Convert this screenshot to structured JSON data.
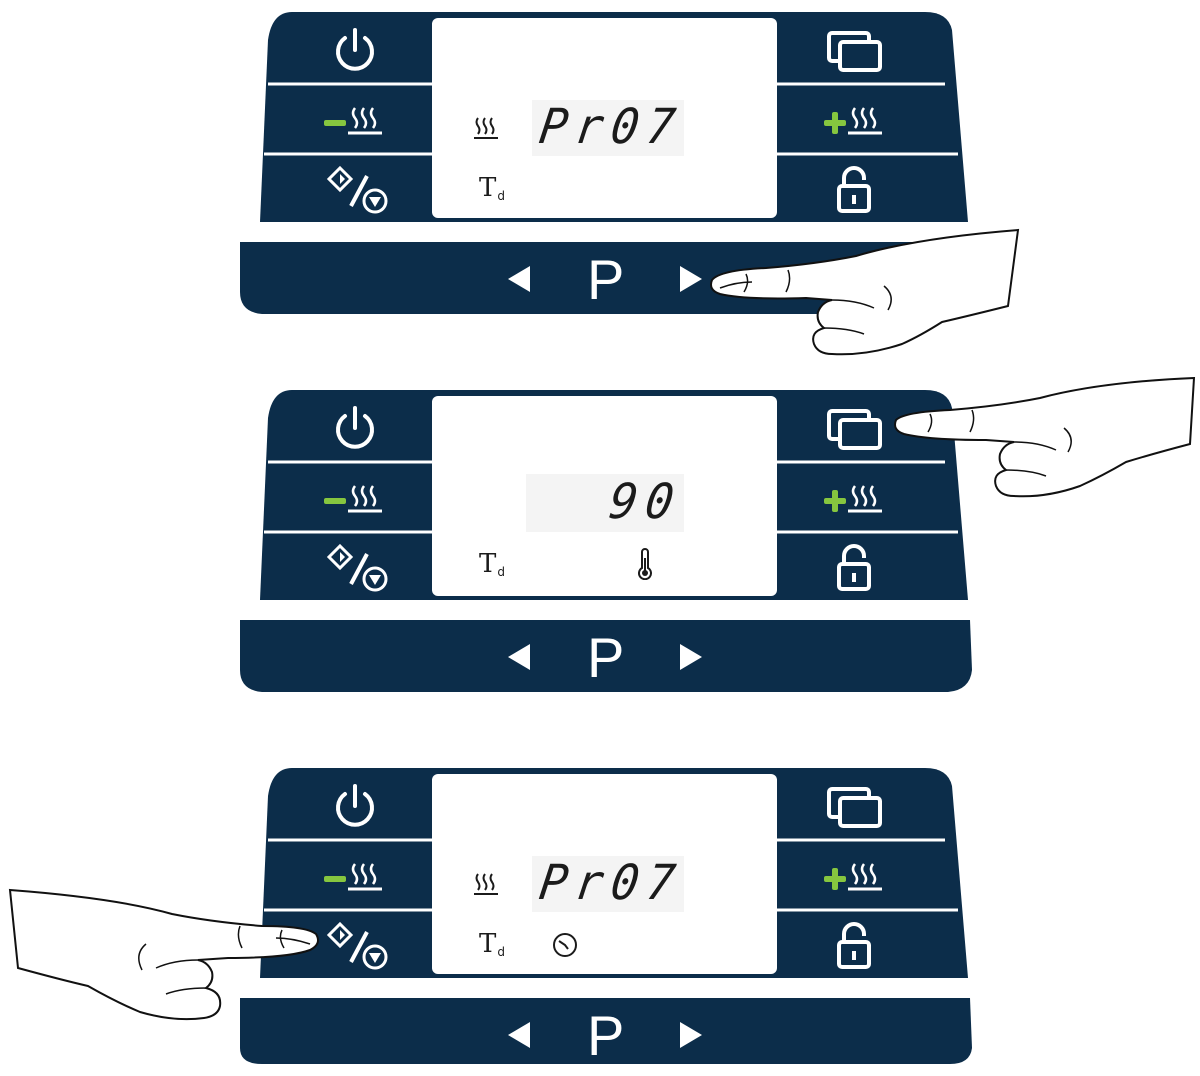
{
  "colors": {
    "panel": "#0c2d4a",
    "lcd": "#ffffff",
    "accent_green": "#86c63f",
    "ink": "#1b1b1b"
  },
  "panels": [
    {
      "display_value": "Pr07",
      "td_label": "T",
      "td_sub": "d",
      "p_label": "P",
      "indicator_icons": [
        "heat-icon",
        "td-indicator"
      ],
      "pointer": "right-arrow-button"
    },
    {
      "display_value": "90",
      "td_label": "T",
      "td_sub": "d",
      "p_label": "P",
      "indicator_icons": [
        "td-indicator",
        "thermometer-icon"
      ],
      "pointer": "trays-button"
    },
    {
      "display_value": "Pr07",
      "td_label": "T",
      "td_sub": "d",
      "p_label": "P",
      "indicator_icons": [
        "heat-icon",
        "td-indicator",
        "clock-icon"
      ],
      "pointer": "start-stop-button"
    }
  ]
}
